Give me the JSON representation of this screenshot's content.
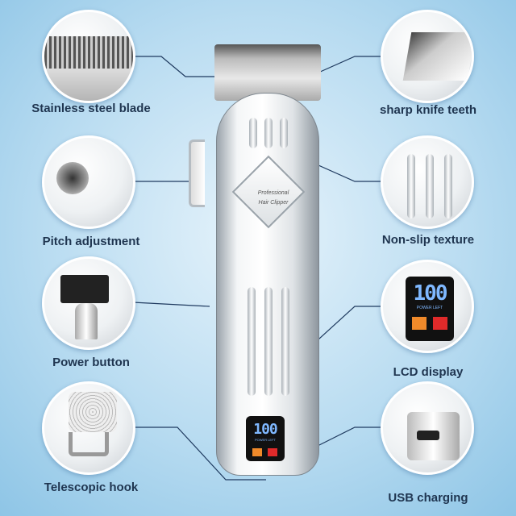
{
  "features_left": [
    {
      "label": "Stainless steel blade",
      "icon": "blade-icon"
    },
    {
      "label": "Pitch adjustment",
      "icon": "lever-icon"
    },
    {
      "label": "Power button",
      "icon": "power-button-icon"
    },
    {
      "label": "Telescopic hook",
      "icon": "hook-icon"
    }
  ],
  "features_right": [
    {
      "label": "sharp knife teeth",
      "icon": "teeth-icon"
    },
    {
      "label": "Non-slip texture",
      "icon": "texture-icon"
    },
    {
      "label": "LCD display",
      "icon": "lcd-icon"
    },
    {
      "label": "USB charging",
      "icon": "usb-icon"
    }
  ],
  "product": {
    "badge_line1": "Professional",
    "badge_line2": "Hair Clipper",
    "lcd_value": "100",
    "lcd_caption": "POWER LEFT"
  },
  "colors": {
    "label": "#1f3550",
    "line": "#1f3a5f",
    "lcd": "#7fb8ff"
  }
}
